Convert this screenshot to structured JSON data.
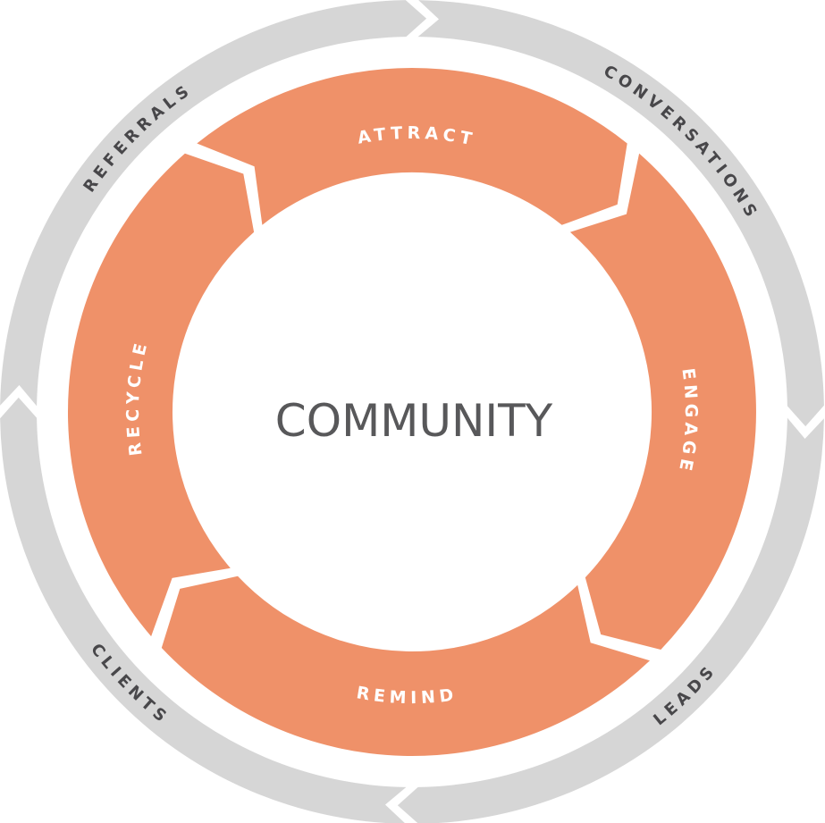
{
  "center_label": "COMMUNITY",
  "inner_cycle": [
    "ATTRACT",
    "ENGAGE",
    "REMIND",
    "RECYCLE"
  ],
  "outer_cycle": [
    "CONVERSATIONS",
    "LEADS",
    "CLIENTS",
    "REFERRALS"
  ],
  "colors": {
    "inner": "#EF9169",
    "outer": "#D6D6D6",
    "text_outer": "#48474A",
    "text_center": "#58585A"
  }
}
